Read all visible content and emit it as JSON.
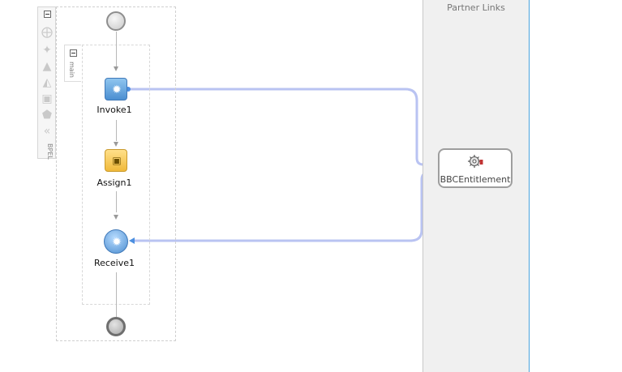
{
  "palette": {
    "label": "BPEL",
    "icons": [
      "variable-icon",
      "gear-icon",
      "warning-icon",
      "triangle-icon",
      "shield-icon",
      "scope-icon",
      "double-arrow-left-icon"
    ]
  },
  "process": {
    "main_label": "main",
    "activities": [
      {
        "id": "invoke",
        "label": "Invoke1",
        "icon": "gear-icon"
      },
      {
        "id": "assign",
        "label": "Assign1",
        "icon": "assign-icon"
      },
      {
        "id": "receive",
        "label": "Receive1",
        "icon": "gear-icon"
      }
    ]
  },
  "partner_links": {
    "title": "Partner Links",
    "node_label": "BBCEntitlement",
    "node_icon": "gear-service-icon"
  },
  "colors": {
    "connector": "#b9c3f2",
    "connector_end": "#4c8fe0",
    "lane_border": "#4aa3df"
  }
}
